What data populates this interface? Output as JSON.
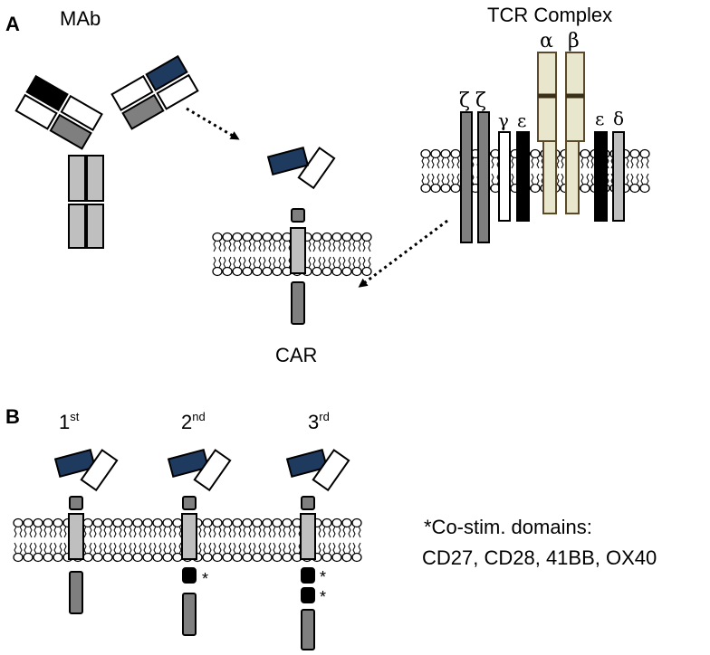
{
  "panel_a": {
    "letter": "A",
    "mab_label": "MAb",
    "tcr_label": "TCR Complex",
    "car_label": "CAR",
    "chains": {
      "zeta1": "ζ",
      "zeta2": "ζ",
      "gamma": "γ",
      "epsilon_left": "ε",
      "alpha": "α",
      "beta": "β",
      "epsilon_right": "ε",
      "delta": "δ"
    }
  },
  "panel_b": {
    "letter": "B",
    "generations": [
      {
        "num": "1",
        "sup": "st"
      },
      {
        "num": "2",
        "sup": "nd"
      },
      {
        "num": "3",
        "sup": "rd"
      }
    ],
    "asterisk": "*",
    "note_line1": "*Co-stim. domains:",
    "note_line2": "CD27, CD28, 41BB, OX40"
  },
  "colors": {
    "dark_gray": "#7f7f7f",
    "light_gray": "#bfbfbf",
    "navy": "#1f3a5f",
    "beige": "#e8e6cc",
    "beige_stroke": "#5a4a2a",
    "black": "#000000",
    "white": "#ffffff"
  }
}
